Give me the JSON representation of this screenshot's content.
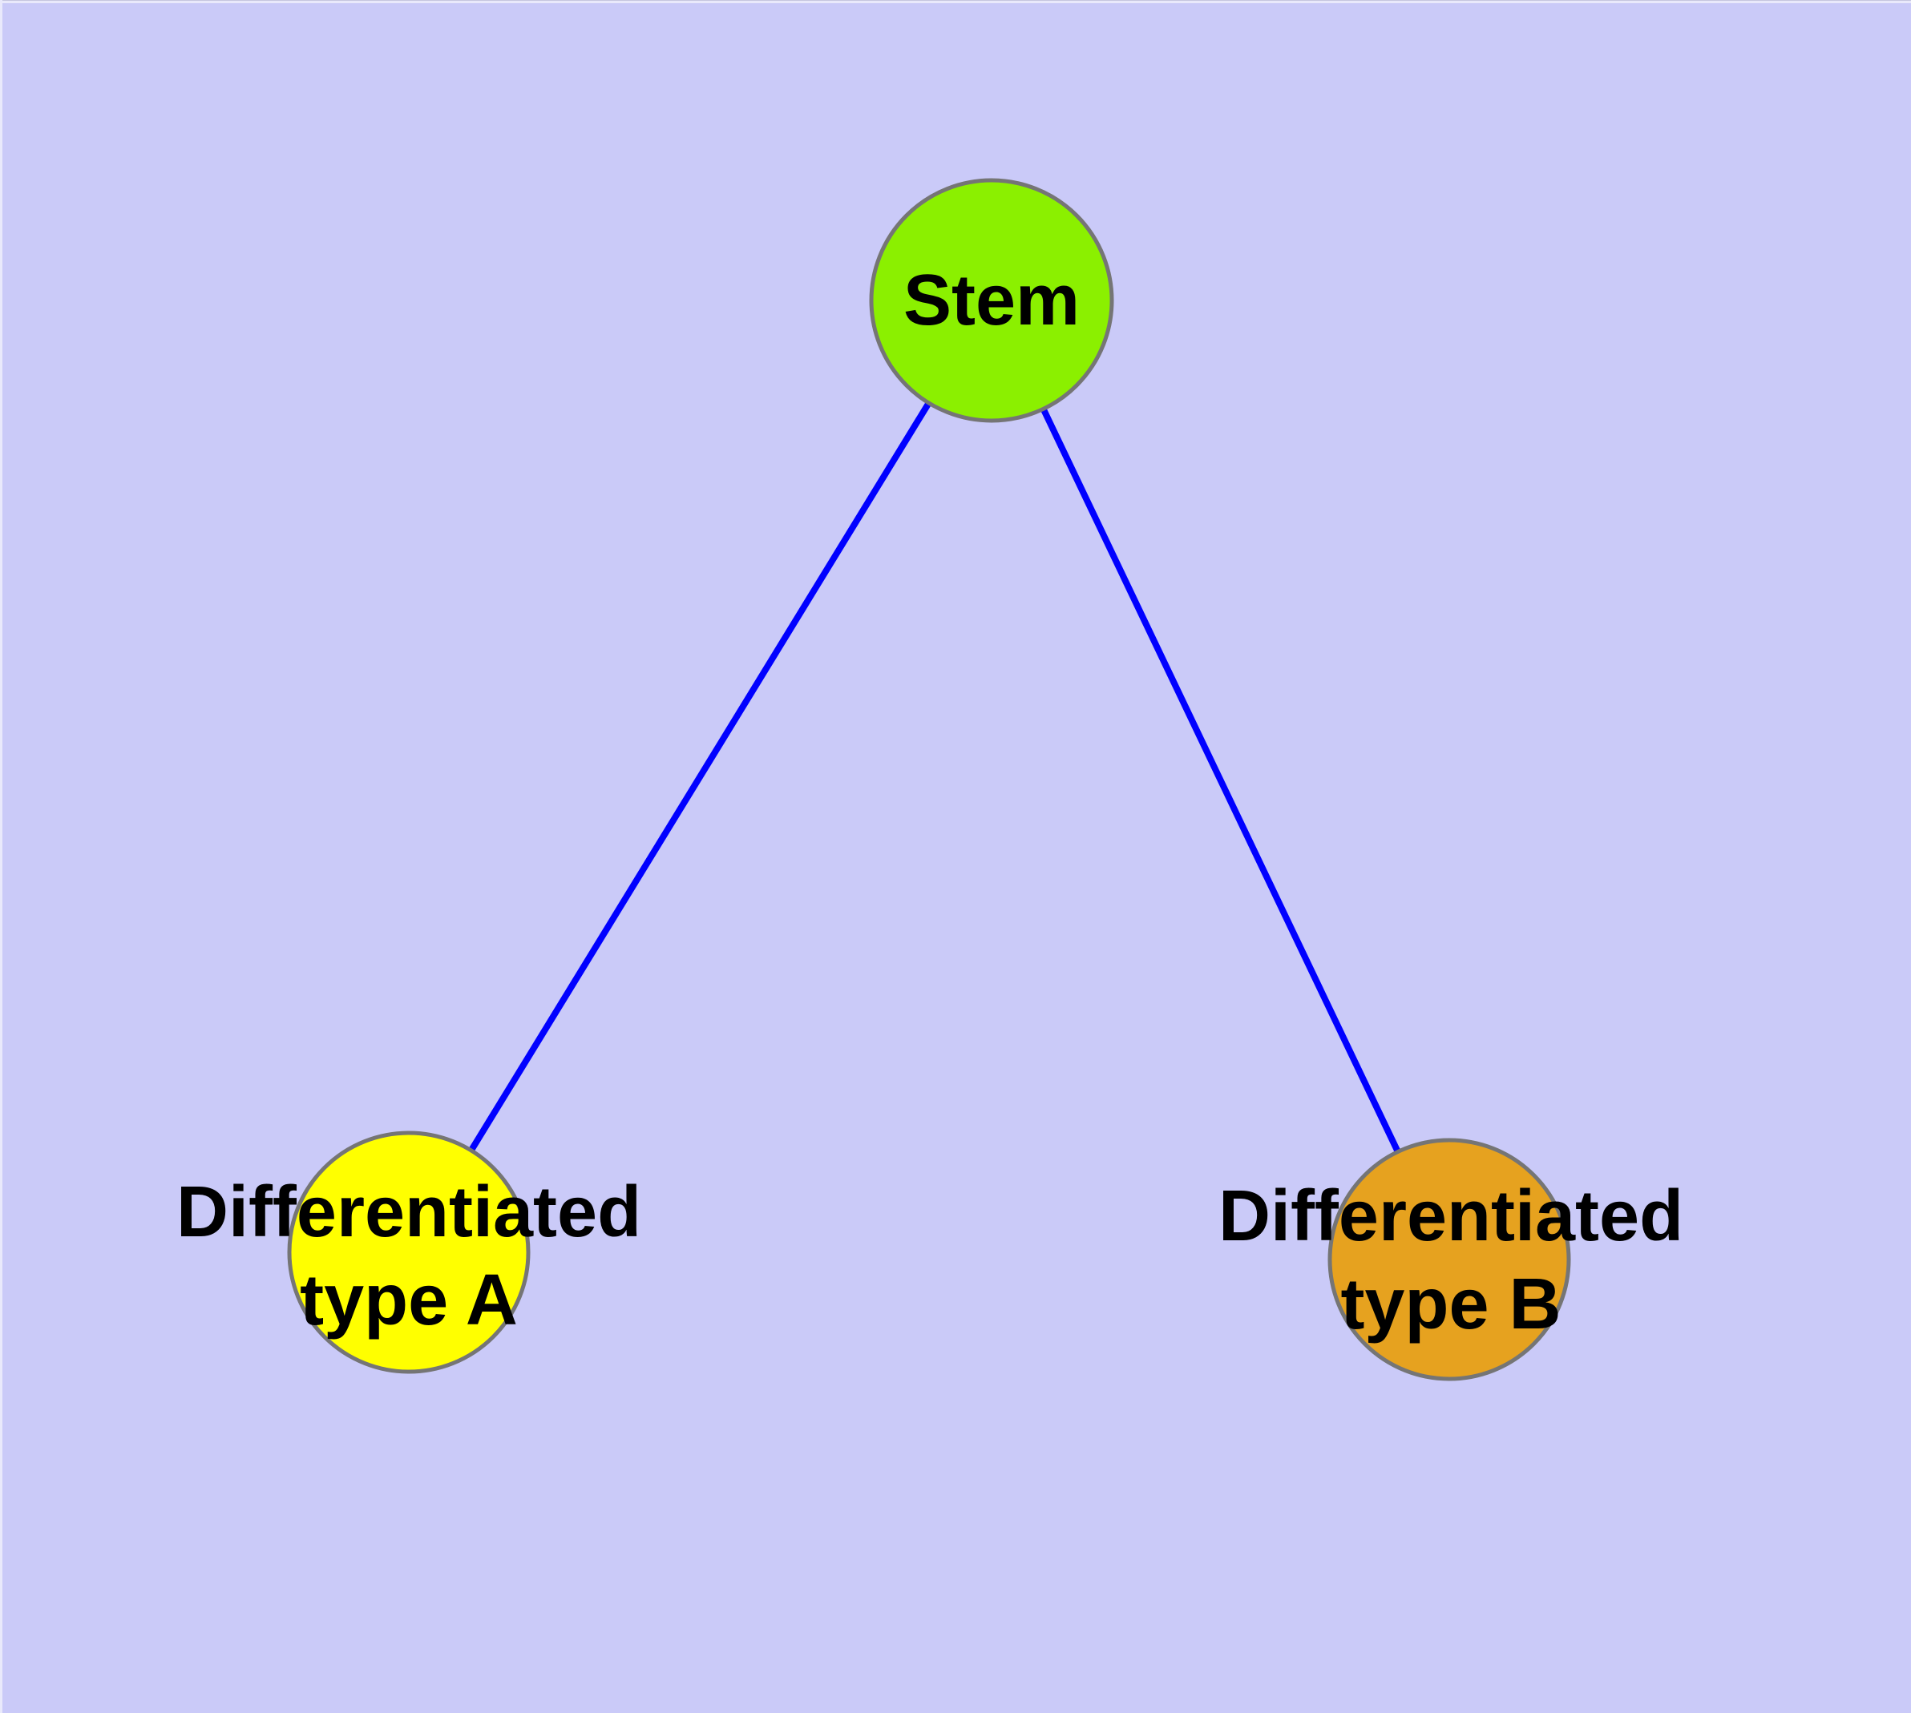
{
  "figure": {
    "description": "Stem cell differentiation graph diagram",
    "background_color": "#CACAF8"
  },
  "diagram": {
    "edge_color": "#0000FF",
    "node_border_color": "#757575",
    "nodes": [
      {
        "id": "stem",
        "label": "Stem",
        "fill": "#8BF000"
      },
      {
        "id": "type-a",
        "label": "Differentiated\ntype A",
        "fill": "#FFFF00"
      },
      {
        "id": "type-b",
        "label": "Differentiated\ntype B",
        "fill": "#E6A21F"
      }
    ],
    "edges": [
      {
        "from": "stem",
        "to": "type-a"
      },
      {
        "from": "stem",
        "to": "type-b"
      }
    ]
  }
}
